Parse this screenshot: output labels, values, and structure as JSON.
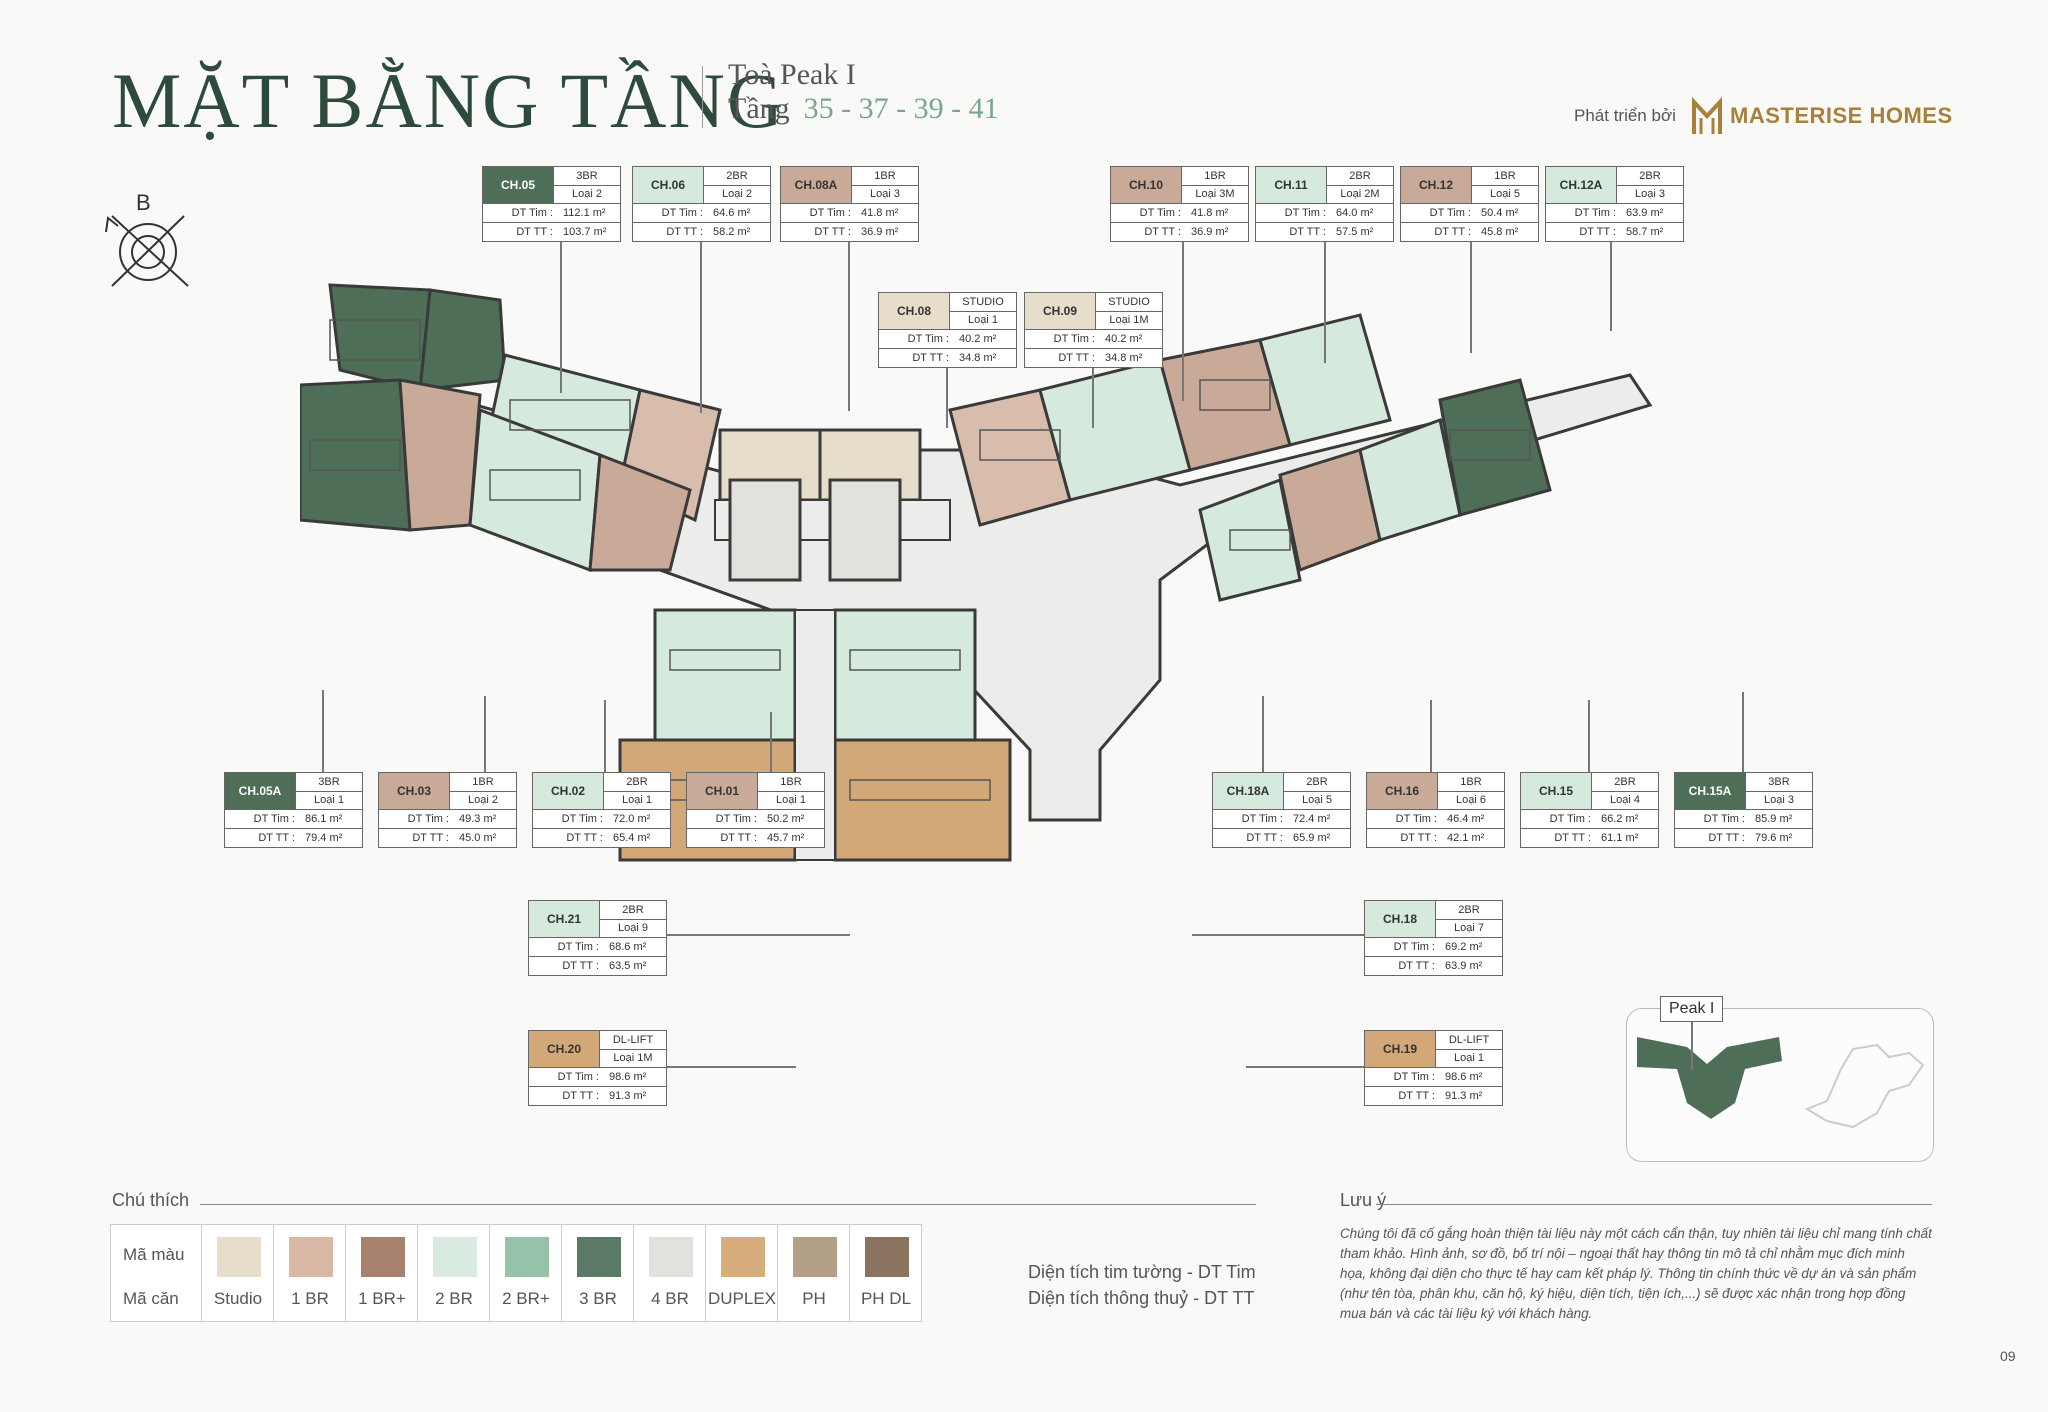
{
  "header": {
    "title": "MẶT BẰNG TẦNG",
    "tower": "Toà Peak I",
    "floor_label": "Tầng",
    "floors": "35 - 37 - 39 - 41",
    "developer_label": "Phát triển bởi",
    "brand": "MASTERISE HOMES",
    "compass_label": "B"
  },
  "units": [
    {
      "code": "CH.05",
      "type": "3BR",
      "loai": "Loại 2",
      "dt_tim": "112.1 m²",
      "dt_tt": "103.7 m²",
      "dark": true
    },
    {
      "code": "CH.06",
      "type": "2BR",
      "loai": "Loại 2",
      "dt_tim": "64.6 m²",
      "dt_tt": "58.2 m²"
    },
    {
      "code": "CH.08A",
      "type": "1BR",
      "loai": "Loại 3",
      "dt_tim": "41.8 m²",
      "dt_tt": "36.9 m²"
    },
    {
      "code": "CH.10",
      "type": "1BR",
      "loai": "Loại 3M",
      "dt_tim": "41.8 m²",
      "dt_tt": "36.9 m²"
    },
    {
      "code": "CH.11",
      "type": "2BR",
      "loai": "Loại 2M",
      "dt_tim": "64.0 m²",
      "dt_tt": "57.5 m²"
    },
    {
      "code": "CH.12",
      "type": "1BR",
      "loai": "Loại 5",
      "dt_tim": "50.4 m²",
      "dt_tt": "45.8 m²"
    },
    {
      "code": "CH.12A",
      "type": "2BR",
      "loai": "Loại 3",
      "dt_tim": "63.9 m²",
      "dt_tt": "58.7 m²"
    },
    {
      "code": "CH.08",
      "type": "STUDIO",
      "loai": "Loại 1",
      "dt_tim": "40.2 m²",
      "dt_tt": "34.8 m²"
    },
    {
      "code": "CH.09",
      "type": "STUDIO",
      "loai": "Loại 1M",
      "dt_tim": "40.2 m²",
      "dt_tt": "34.8 m²"
    },
    {
      "code": "CH.05A",
      "type": "3BR",
      "loai": "Loại 1",
      "dt_tim": "86.1 m²",
      "dt_tt": "79.4 m²",
      "dark": true
    },
    {
      "code": "CH.03",
      "type": "1BR",
      "loai": "Loại 2",
      "dt_tim": "49.3 m²",
      "dt_tt": "45.0 m²"
    },
    {
      "code": "CH.02",
      "type": "2BR",
      "loai": "Loại 1",
      "dt_tim": "72.0 m²",
      "dt_tt": "65.4 m²"
    },
    {
      "code": "CH.01",
      "type": "1BR",
      "loai": "Loại 1",
      "dt_tim": "50.2 m²",
      "dt_tt": "45.7 m²"
    },
    {
      "code": "CH.18A",
      "type": "2BR",
      "loai": "Loại 5",
      "dt_tim": "72.4 m²",
      "dt_tt": "65.9 m²"
    },
    {
      "code": "CH.16",
      "type": "1BR",
      "loai": "Loại 6",
      "dt_tim": "46.4 m²",
      "dt_tt": "42.1 m²"
    },
    {
      "code": "CH.15",
      "type": "2BR",
      "loai": "Loại 4",
      "dt_tim": "66.2 m²",
      "dt_tt": "61.1 m²"
    },
    {
      "code": "CH.15A",
      "type": "3BR",
      "loai": "Loại 3",
      "dt_tim": "85.9 m²",
      "dt_tt": "79.6 m²",
      "dark": true
    },
    {
      "code": "CH.21",
      "type": "2BR",
      "loai": "Loại 9",
      "dt_tim": "68.6 m²",
      "dt_tt": "63.5 m²"
    },
    {
      "code": "CH.18",
      "type": "2BR",
      "loai": "Loại 7",
      "dt_tim": "69.2 m²",
      "dt_tt": "63.9 m²"
    },
    {
      "code": "CH.20",
      "type": "DL-LIFT",
      "loai": "Loại 1M",
      "dt_tim": "98.6 m²",
      "dt_tt": "91.3 m²"
    },
    {
      "code": "CH.19",
      "type": "DL-LIFT",
      "loai": "Loại 1",
      "dt_tim": "98.6 m²",
      "dt_tt": "91.3 m²"
    }
  ],
  "card_labels": {
    "dt_tim": "DT Tim :",
    "dt_tt": "DT TT :"
  },
  "colors": {
    "studio": "#e6ddcb",
    "br1": "#c9aa98",
    "br1plus": "#a58472",
    "br2": "#d6e9dd",
    "br2plus": "#97c2aa",
    "br3": "#4e6e58",
    "br4": "#e0dedb",
    "duplex": "#d3a878",
    "ph": "#b09a82",
    "phdl": "#8a7460",
    "corridor": "#e9e9e6",
    "wall": "#3a3a3a"
  },
  "keymap": {
    "label": "Peak I"
  },
  "legend": {
    "title": "Chú thích",
    "row1": "Mã màu",
    "row2": "Mã căn",
    "items": [
      {
        "name": "Studio",
        "color": "#e6ddcb"
      },
      {
        "name": "1 BR",
        "color": "#d8b7a5"
      },
      {
        "name": "1 BR+",
        "color": "#a8826e"
      },
      {
        "name": "2 BR",
        "color": "#d9ebe0"
      },
      {
        "name": "2 BR+",
        "color": "#97c2aa"
      },
      {
        "name": "3 BR",
        "color": "#5a7a66"
      },
      {
        "name": "4 BR",
        "color": "#e3e1de"
      },
      {
        "name": "DUPLEX",
        "color": "#d8ad7e"
      },
      {
        "name": "PH",
        "color": "#b4a088"
      },
      {
        "name": "PH DL",
        "color": "#8a7460"
      }
    ],
    "area1": "Diện tích tim tường - DT Tim",
    "area2": "Diện tích thông thuỷ - DT TT"
  },
  "note": {
    "title": "Lưu ý",
    "text": "Chúng tôi đã cố gắng hoàn thiện tài liệu này một cách cẩn thận, tuy nhiên tài liệu chỉ mang tính chất tham khảo. Hình ảnh, sơ đồ, bố trí nội – ngoại thất hay thông tin mô tả chỉ nhằm mục đích minh họa, không đại diện cho thực tế hay cam kết pháp lý. Thông tin chính thức về dự án và sản phẩm (như tên tòa, phân khu, căn hộ, ký hiệu, diện tích, tiện ích,...) sẽ được xác nhận trong hợp đồng mua bán và các tài liệu ký với khách hàng."
  },
  "page_number": "09"
}
